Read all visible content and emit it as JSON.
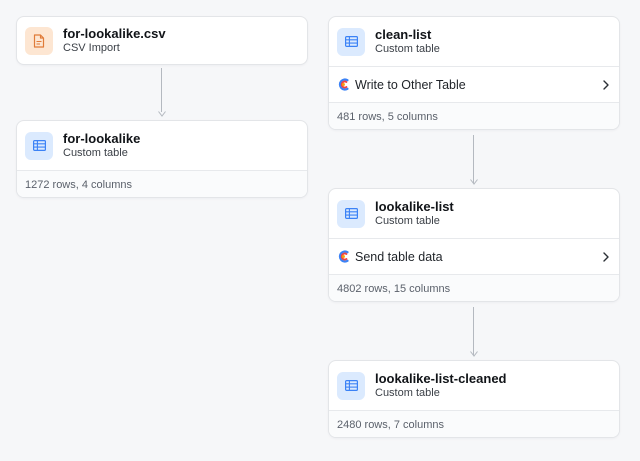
{
  "nodes": {
    "csv_import": {
      "title": "for-lookalike.csv",
      "subtitle": "CSV Import",
      "icon": "csv-file-icon"
    },
    "for_lookalike": {
      "title": "for-lookalike",
      "subtitle": "Custom table",
      "footer": "1272 rows, 4 columns",
      "icon": "table-icon"
    },
    "clean_list": {
      "title": "clean-list",
      "subtitle": "Custom table",
      "action": "Write to Other Table",
      "footer": "481 rows, 5 columns",
      "icon": "table-icon"
    },
    "lookalike_list": {
      "title": "lookalike-list",
      "subtitle": "Custom table",
      "action": "Send table data",
      "footer": "4802 rows, 15 columns",
      "icon": "table-icon"
    },
    "lookalike_list_cleaned": {
      "title": "lookalike-list-cleaned",
      "subtitle": "Custom table",
      "footer": "2480 rows, 7 columns",
      "icon": "table-icon"
    }
  },
  "colors": {
    "background": "#f6f7f9",
    "table_icon_bg": "#dbeafe",
    "table_icon_fg": "#3b82f6",
    "csv_icon_bg": "#fde6d2",
    "csv_icon_fg": "#e07b39",
    "connector": "#b4b9c0"
  }
}
